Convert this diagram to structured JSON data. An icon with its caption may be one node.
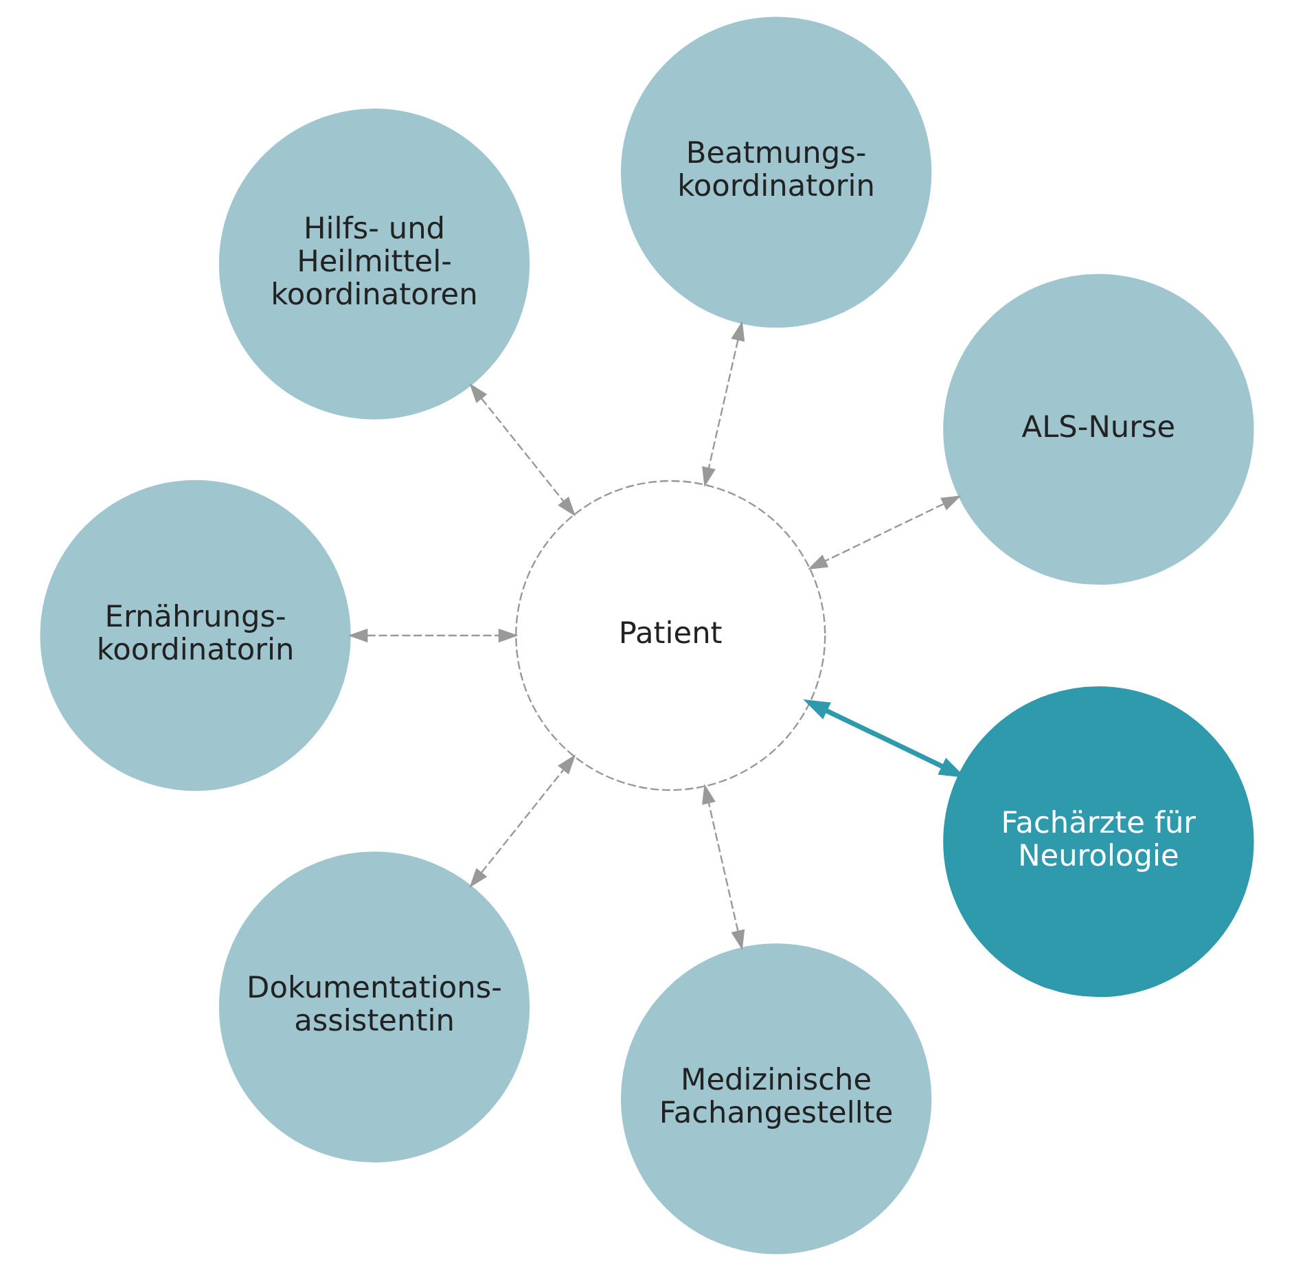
{
  "diagram": {
    "nodes": [
      {
        "text": [
          "Patient"
        ]
      },
      {
        "text": [
          "Fachärzte für Neurologie"
        ]
      },
      {
        "text": [
          "Medizinische Fachangestellte"
        ]
      },
      {
        "text": [
          "Dokumentations- assistentin"
        ]
      },
      {
        "text": [
          "Ernährungs- koordinatorin"
        ]
      },
      {
        "text": [
          "Hilfs- und Heilmittel- koordinatoren"
        ]
      },
      {
        "text": [
          "Beatmungs- koordinatorin"
        ]
      },
      {
        "text": [
          "ALS-Nurse"
        ]
      }
    ],
    "edges": [
      {
        "from": 1,
        "to": 0,
        "arrow": "both",
        "style": "thick",
        "color": "#2e9aab"
      },
      {
        "from": 2,
        "to": 0,
        "arrow": "both",
        "style": "dashed"
      },
      {
        "from": 3,
        "to": 0,
        "arrow": "both",
        "style": "dashed"
      },
      {
        "from": 4,
        "to": 0,
        "arrow": "both",
        "style": "dashed"
      },
      {
        "from": 5,
        "to": 0,
        "arrow": "both",
        "style": "dashed"
      },
      {
        "from": 6,
        "to": 0,
        "arrow": "both",
        "style": "dashed"
      },
      {
        "from": 7,
        "to": 0,
        "arrow": "both",
        "style": "dashed"
      }
    ]
  }
}
